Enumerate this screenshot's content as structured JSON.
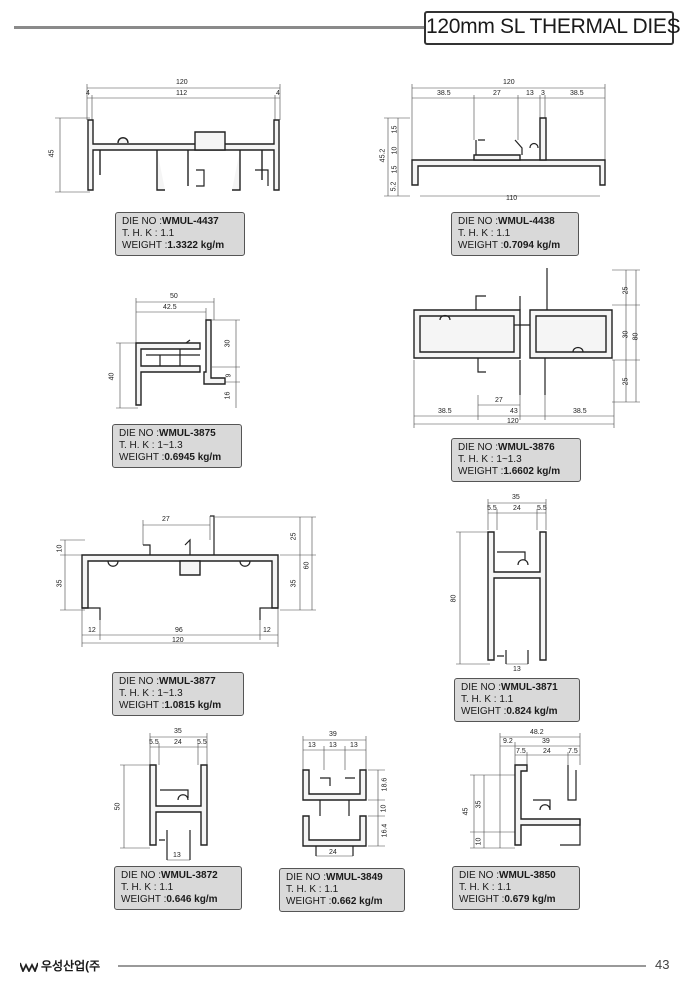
{
  "header": {
    "title": "120mm SL THERMAL DIES"
  },
  "labels": {
    "die_no": "DIE NO :",
    "thk": "T. H. K :",
    "weight": "WEIGHT :"
  },
  "dies": [
    {
      "die_no": "WMUL-4437",
      "thk": "1.1",
      "weight": "1.3322 kg/m"
    },
    {
      "die_no": "WMUL-4438",
      "thk": "1.1",
      "weight": "0.7094 kg/m"
    },
    {
      "die_no": "WMUL-3875",
      "thk": "1~1.3",
      "weight": "0.6945 kg/m"
    },
    {
      "die_no": "WMUL-3876",
      "thk": "1~1.3",
      "weight": "1.6602 kg/m"
    },
    {
      "die_no": "WMUL-3877",
      "thk": "1~1.3",
      "weight": "1.0815 kg/m"
    },
    {
      "die_no": "WMUL-3871",
      "thk": "1.1",
      "weight": "0.824 kg/m"
    },
    {
      "die_no": "WMUL-3872",
      "thk": "1.1",
      "weight": "0.646 kg/m"
    },
    {
      "die_no": "WMUL-3849",
      "thk": "1.1",
      "weight": "0.662 kg/m"
    },
    {
      "die_no": "WMUL-3850",
      "thk": "1.1",
      "weight": "0.679 kg/m"
    }
  ],
  "dims": {
    "d4437": [
      "120",
      "4",
      "112",
      "4",
      "45"
    ],
    "d4438": [
      "120",
      "38.5",
      "27",
      "13",
      "3",
      "38.5",
      "15",
      "10",
      "45.2",
      "15",
      "5.2",
      "110"
    ],
    "d3875": [
      "50",
      "42.5",
      "30",
      "40",
      "9",
      "16"
    ],
    "d3876": [
      "25",
      "30",
      "80",
      "25",
      "27",
      "38.5",
      "43",
      "38.5",
      "120"
    ],
    "d3877": [
      "27",
      "10",
      "25",
      "60",
      "35",
      "35",
      "12",
      "96",
      "12",
      "120"
    ],
    "d3871": [
      "35",
      "5.5",
      "24",
      "5.5",
      "80",
      "13"
    ],
    "d3872": [
      "35",
      "5.5",
      "24",
      "5.5",
      "50",
      "13"
    ],
    "d3849": [
      "39",
      "13",
      "13",
      "13",
      "18.6",
      "10",
      "16.4",
      "24"
    ],
    "d3850": [
      "48.2",
      "9.2",
      "39",
      "7.5",
      "24",
      "7.5",
      "45",
      "35",
      "10"
    ]
  },
  "footer": {
    "company": "우성산업(주",
    "page": "43"
  }
}
